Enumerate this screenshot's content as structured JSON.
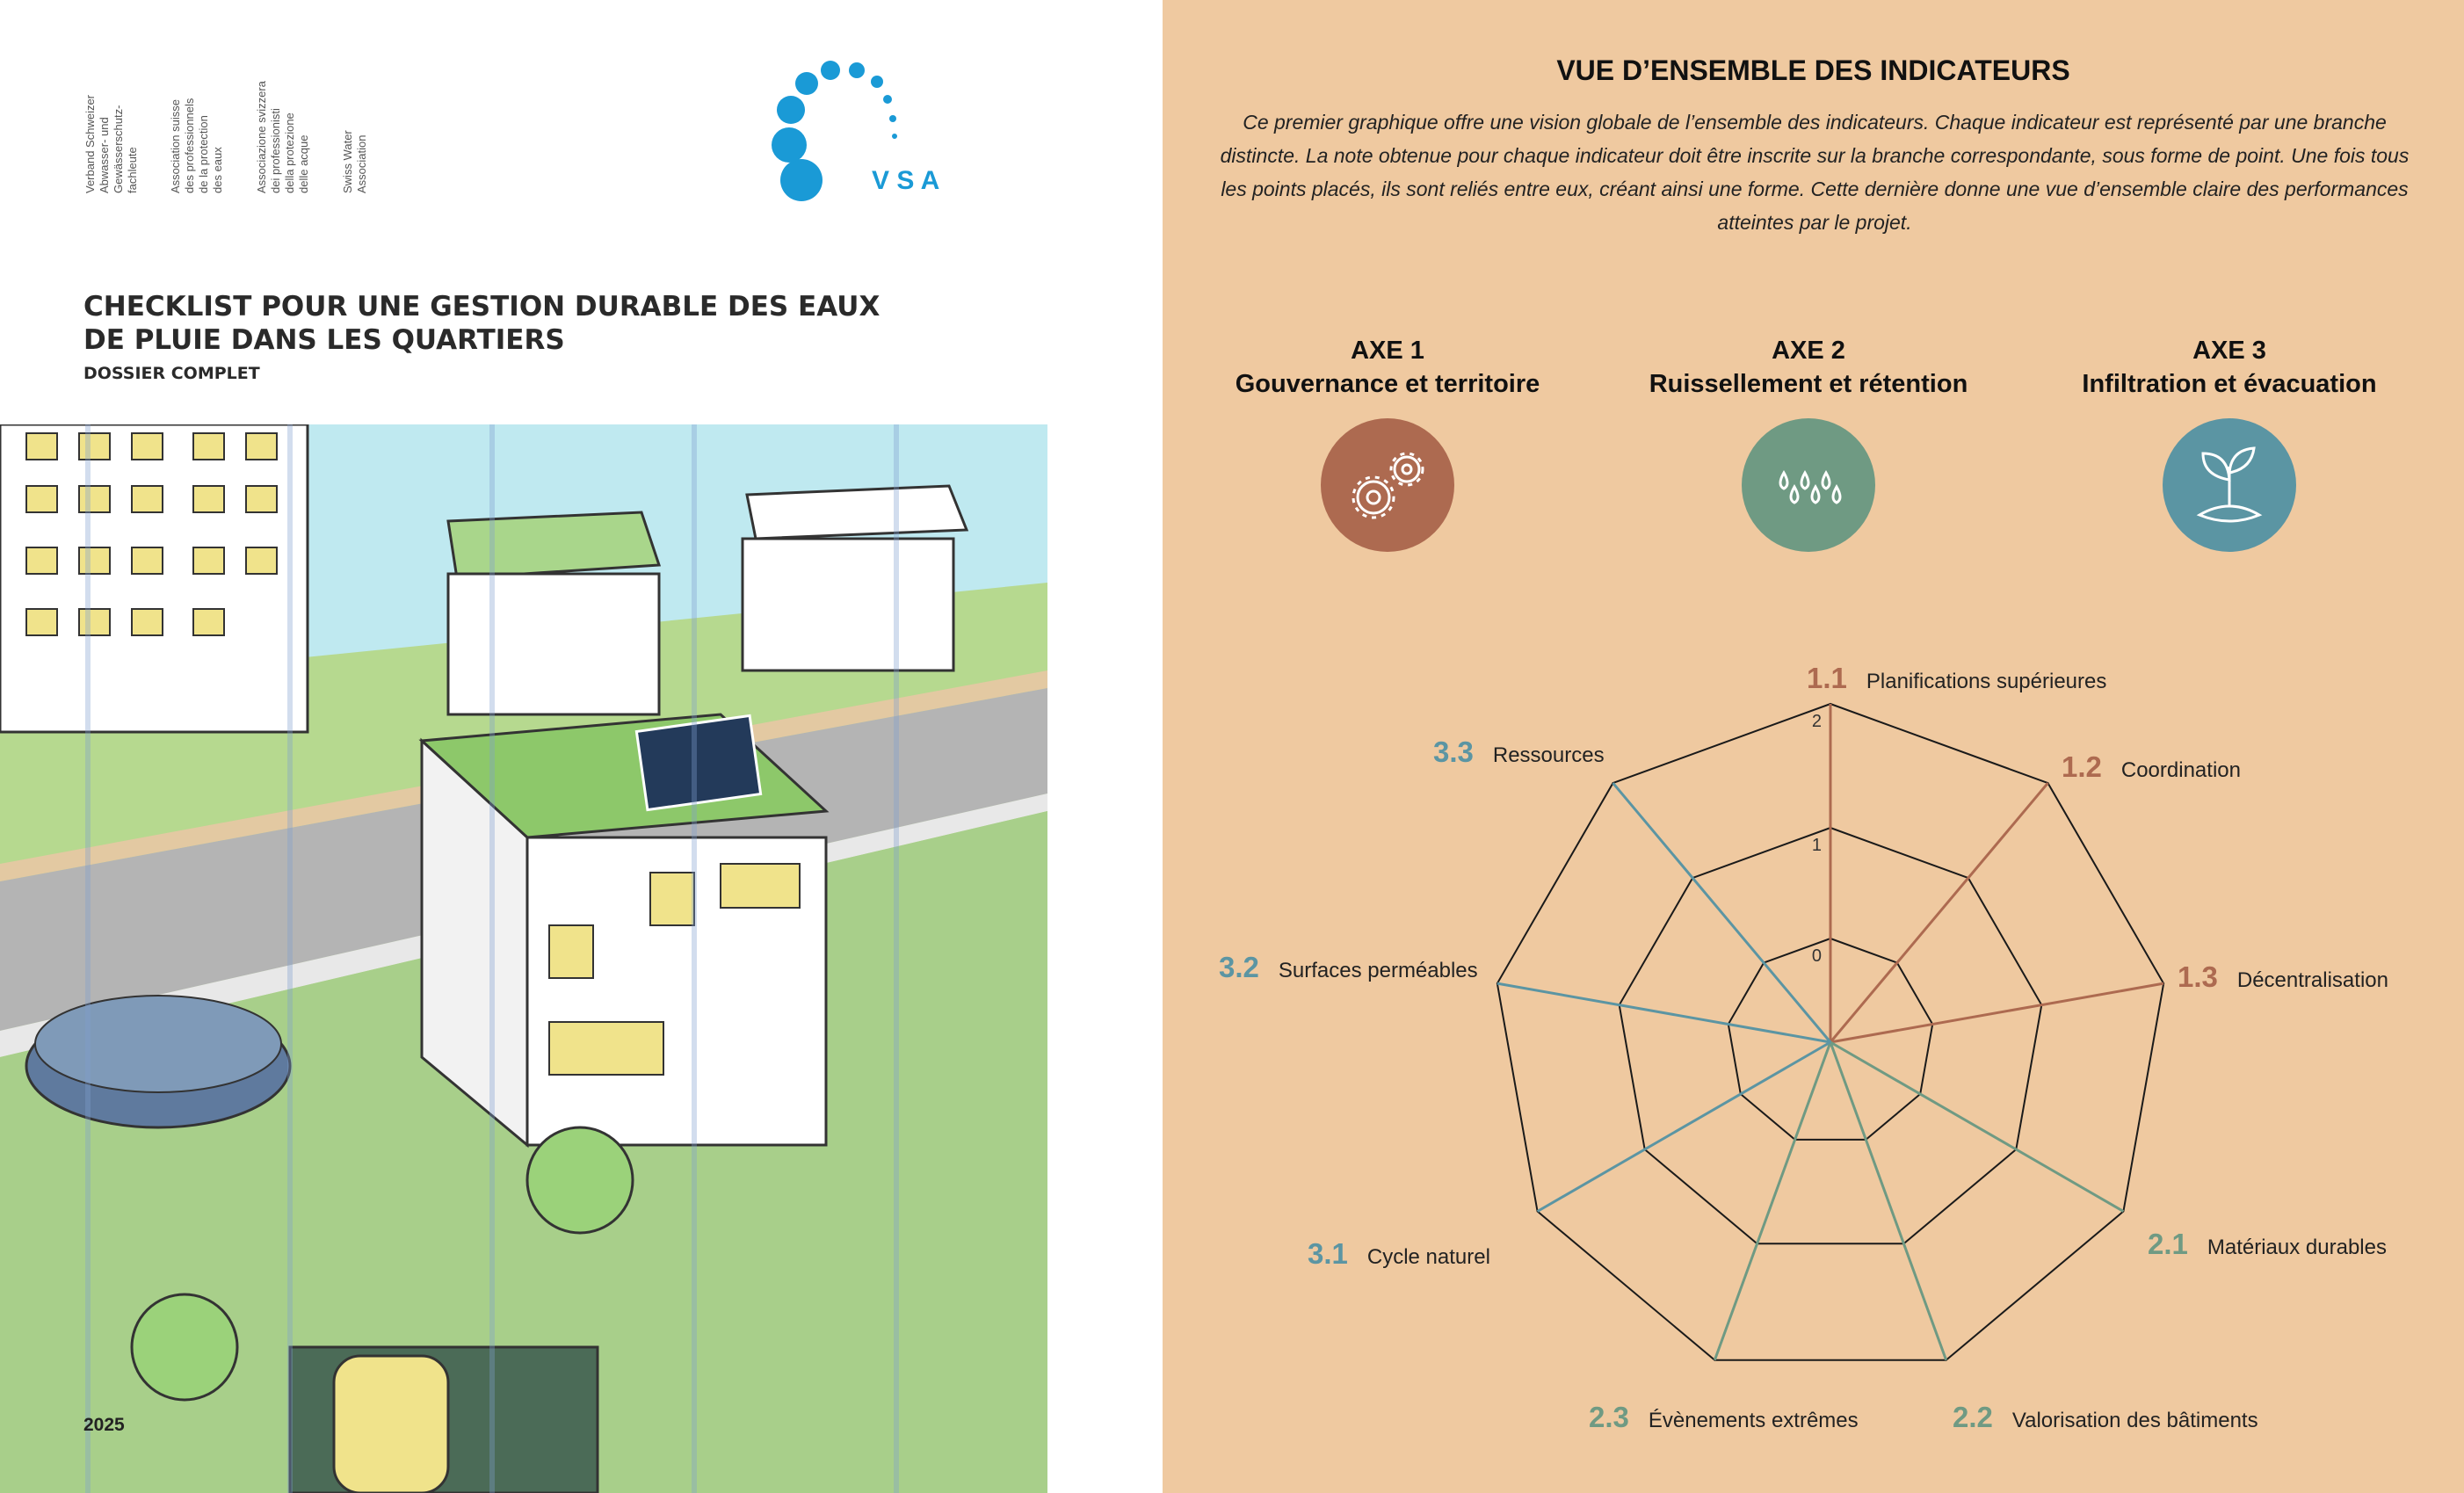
{
  "left": {
    "org_columns": [
      "Verband Schweizer\nAbwasser- und\nGewässerschutz-\nfachleute",
      "Association suisse\ndes professionnels\nde la protection\ndes eaux",
      "Associazione svizzera\ndei professionisti\ndella protezione\ndelle acque",
      "Swiss Water\nAssociation"
    ],
    "logo_text": "V S A",
    "title": "CHECKLIST POUR UNE GESTION DURABLE DES EAUX\nDE PLUIE DANS LES QUARTIERS",
    "subtitle": "DOSSIER COMPLET",
    "year": "2025"
  },
  "right": {
    "title": "VUE D’ENSEMBLE DES INDICATEURS",
    "paragraph": "Ce premier graphique offre une vision globale de l’ensemble des indicateurs. Chaque indicateur est représenté par une branche distincte. La note obtenue pour chaque indicateur doit être inscrite sur la branche correspondante, sous forme de point. Une fois tous les points placés, ils sont reliés entre eux, créant ainsi une forme. Cette dernière donne une vue d’ensemble claire des performances atteintes par le projet.",
    "axes": [
      {
        "title": "AXE 1",
        "name": "Gouvernance et territoire",
        "color": "#ad6a50",
        "icon": "gears-icon"
      },
      {
        "title": "AXE 2",
        "name": "Ruissellement et rétention",
        "color": "#6f9a83",
        "icon": "water-drops-icon"
      },
      {
        "title": "AXE 3",
        "name": "Infiltration et évacuation",
        "color": "#5b95a3",
        "icon": "plant-icon"
      }
    ]
  },
  "chart_data": {
    "type": "radar",
    "title": "",
    "scale_ticks": [
      "0",
      "1",
      "2"
    ],
    "indicators": [
      {
        "id": "1.1",
        "label": "Planifications supérieures",
        "axis": 1
      },
      {
        "id": "1.2",
        "label": "Coordination",
        "axis": 1
      },
      {
        "id": "1.3",
        "label": "Décentralisation",
        "axis": 1
      },
      {
        "id": "2.1",
        "label": "Matériaux durables",
        "axis": 2
      },
      {
        "id": "2.2",
        "label": "Valorisation des bâtiments",
        "axis": 2
      },
      {
        "id": "2.3",
        "label": "Évènements extrêmes",
        "axis": 2
      },
      {
        "id": "3.1",
        "label": "Cycle naturel",
        "axis": 3
      },
      {
        "id": "3.2",
        "label": "Surfaces perméables",
        "axis": 3
      },
      {
        "id": "3.3",
        "label": "Ressources",
        "axis": 3
      }
    ],
    "colors": {
      "1": "#ad6a50",
      "2": "#6f9a83",
      "3": "#5b95a3"
    }
  }
}
